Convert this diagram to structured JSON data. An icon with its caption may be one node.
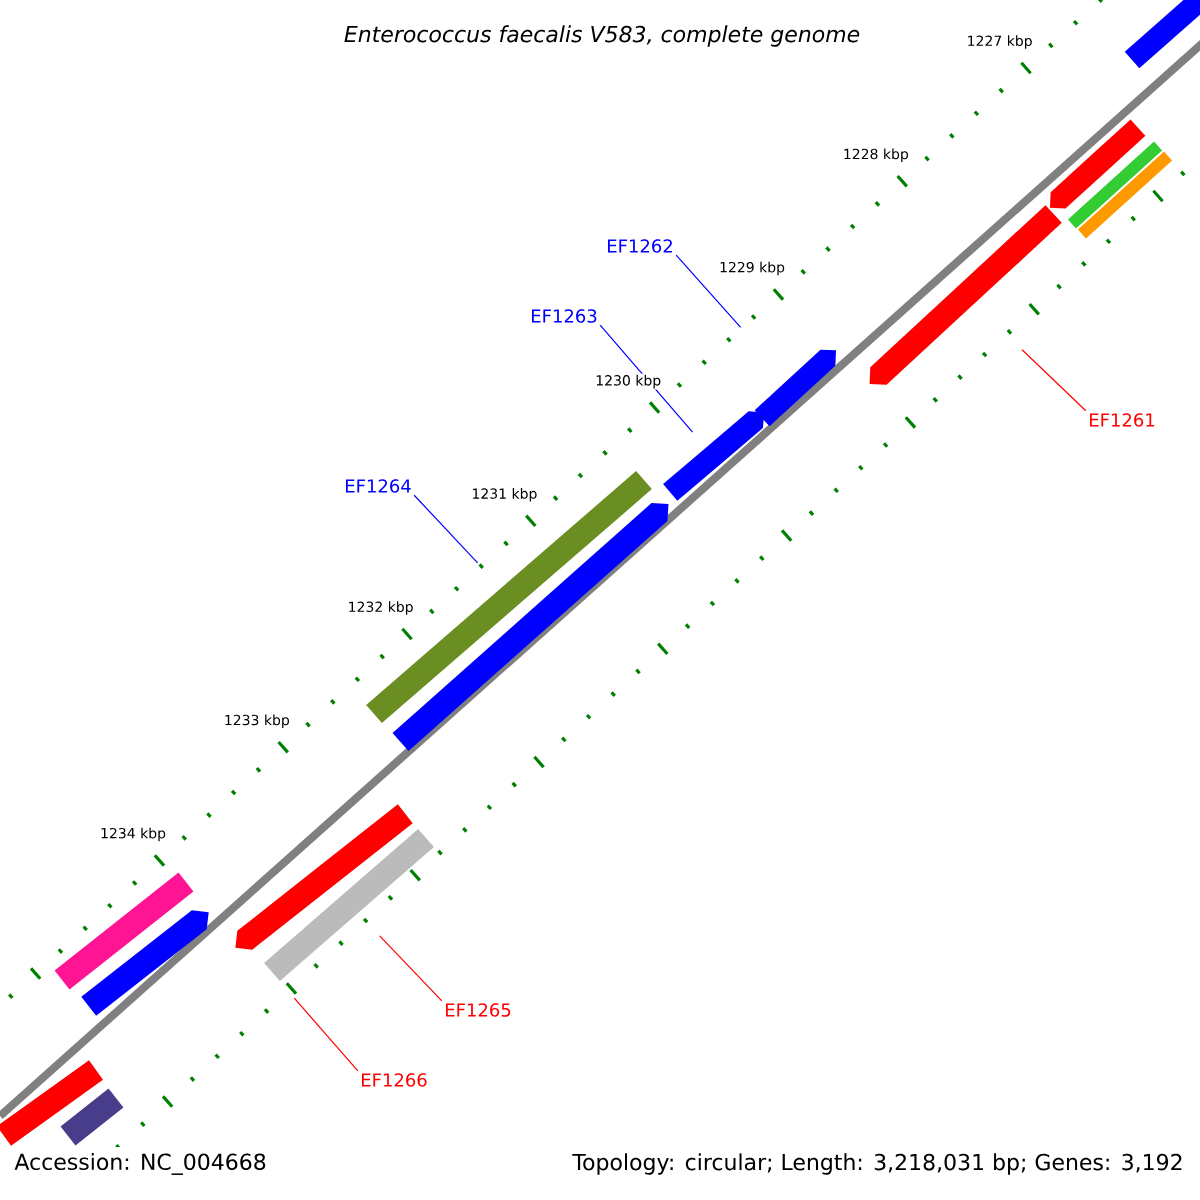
{
  "diagram": {
    "title": "Enterococcus faecalis V583, complete genome",
    "nodes": [
      {
        "text": [],
        "shape": "bar"
      },
      {
        "text": [],
        "shape": "bar"
      },
      {
        "text": [],
        "shape": "bar"
      },
      {
        "text": [],
        "shape": "bar"
      },
      {
        "text": [
          "EF1262"
        ]
      },
      {
        "text": [
          "EF1263"
        ]
      },
      {
        "text": [],
        "shape": "bar"
      },
      {
        "text": [],
        "shape": "bar"
      },
      {
        "text": [
          "EF1261"
        ]
      },
      {
        "text": [],
        "shape": "bar"
      },
      {
        "text": [
          "EF1264"
        ]
      },
      {
        "text": [],
        "shape": "bar"
      },
      {
        "text": [],
        "shape": "bar"
      },
      {
        "text": [],
        "shape": "bar"
      },
      {
        "text": [],
        "shape": "bar"
      },
      {
        "text": [],
        "shape": "bar"
      },
      {
        "text": [],
        "shape": "bar"
      },
      {
        "text": [
          "EF1265"
        ]
      },
      {
        "text": [
          "EF1266"
        ]
      },
      {
        "text": [],
        "shape": "bar"
      },
      {
        "text": [],
        "shape": "bar"
      }
    ],
    "edges": [
      {
        "from": 4,
        "to": 6,
        "arrow": "none",
        "color": "#0000ff"
      },
      {
        "from": 5,
        "to": 9,
        "arrow": "none",
        "color": "#0000ff"
      },
      {
        "from": 8,
        "to": 7,
        "arrow": "none",
        "color": "#ff0000"
      },
      {
        "from": 10,
        "to": 11,
        "arrow": "none",
        "color": "#0000ff"
      },
      {
        "from": 17,
        "to": 14,
        "arrow": "none",
        "color": "#ff0000"
      },
      {
        "from": 18,
        "to": 15,
        "arrow": "none",
        "color": "#ff0000"
      }
    ],
    "labels": [
      "1227 kbp",
      "1228 kbp",
      "1229 kbp",
      "1230 kbp",
      "1231 kbp",
      "1232 kbp",
      "1233 kbp",
      "1234 kbp",
      "Accession: NC_004668",
      "Topology: circular; Length: 3,218,031 bp; Genes: 3,192"
    ]
  }
}
